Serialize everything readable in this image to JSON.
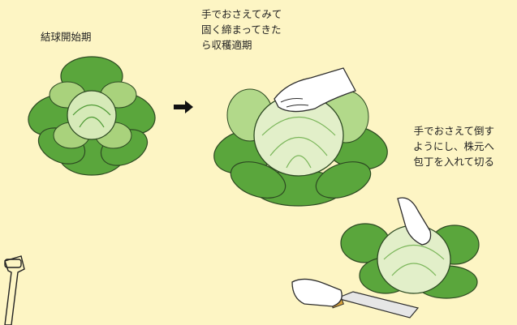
{
  "captions": {
    "stage1": "結球開始期",
    "stage2": [
      "手でおさえてみて",
      "固く締まってきた",
      "ら収穫適期"
    ],
    "stage3": [
      "手でおさえて倒す",
      "ようにし、株元へ",
      "包丁を入れて切る"
    ]
  },
  "icons": {
    "arrow": "right-arrow-icon",
    "shovel": "shovel-icon"
  },
  "colors": {
    "background": "#fdf5c4",
    "leaf_dark": "#4f9a36",
    "leaf_light": "#b9dc8a",
    "head": "#dfeec4"
  }
}
